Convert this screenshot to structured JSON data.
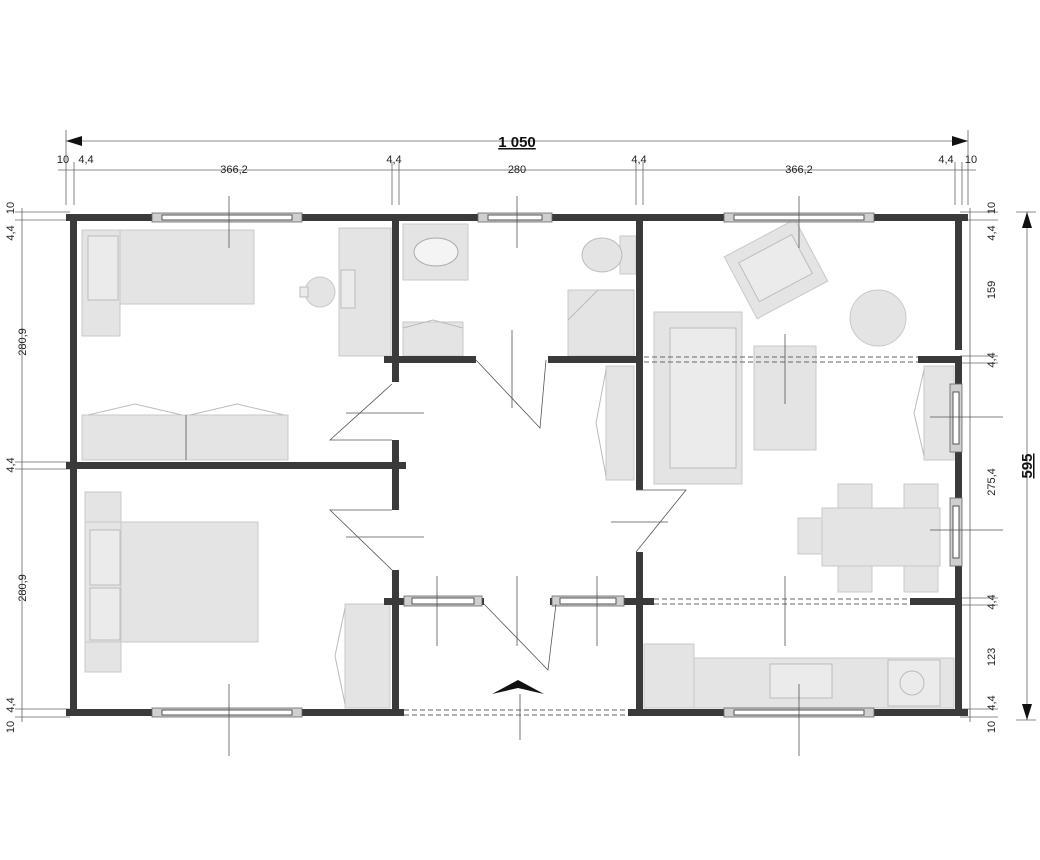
{
  "plan": {
    "total_width_label": "1 050",
    "total_depth_label": "595",
    "top_dims": [
      "10",
      "4,4",
      "366,2",
      "4,4",
      "280",
      "4,4",
      "366,2",
      "4,4",
      "10"
    ],
    "left_dims": [
      "10",
      "4,4",
      "280,9",
      "4,4",
      "280,9",
      "4,4",
      "10"
    ],
    "right_dims": [
      "10",
      "4,4",
      "159",
      "4,4",
      "275,4",
      "4,4",
      "123",
      "4,4",
      "10"
    ]
  },
  "colors": {
    "wall": "#3a3a3a",
    "furniture": "#e4e4e4",
    "line": "#555555"
  },
  "icons": {
    "entrance": "entrance-arrow-icon"
  }
}
